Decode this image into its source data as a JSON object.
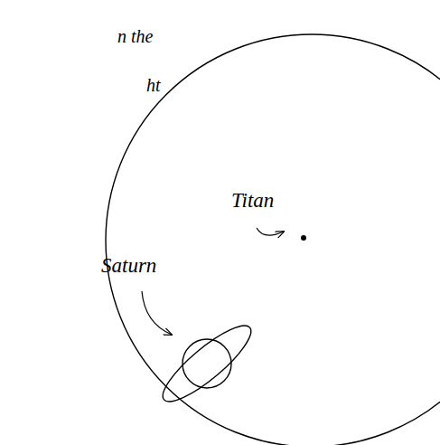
{
  "diagram": {
    "labels": [
      "n the",
      "ht",
      "Titan",
      "Saturn"
    ]
  }
}
